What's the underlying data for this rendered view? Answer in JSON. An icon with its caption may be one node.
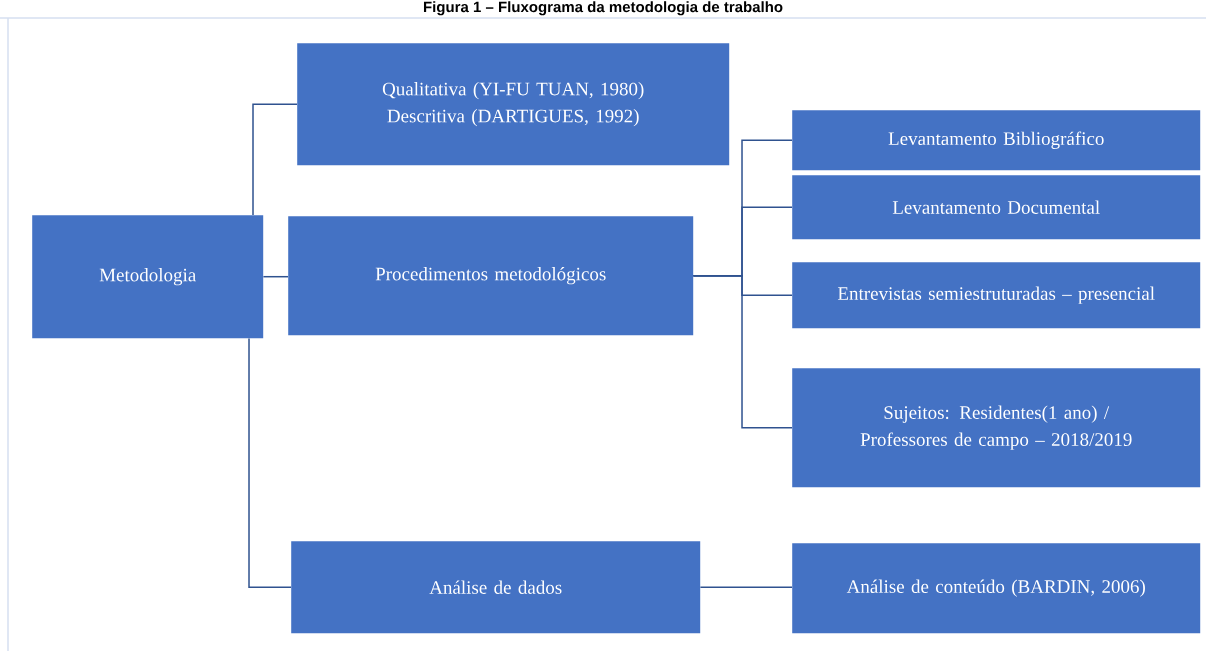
{
  "diagram": {
    "title": "Figura 1 – Fluxograma da metodologia de trabalho",
    "nodes": [
      {
        "text": [
          "Metodologia"
        ]
      },
      {
        "text": [
          "Qualitativa (YI-FU TUAN, 1980)",
          "Descritiva (DARTIGUES, 1992)"
        ]
      },
      {
        "text": [
          "Procedimentos metodológicos"
        ]
      },
      {
        "text": [
          "Análise de dados"
        ]
      },
      {
        "text": [
          "Levantamento Bibliográfico"
        ]
      },
      {
        "text": [
          "Levantamento Documental"
        ]
      },
      {
        "text": [
          "Entrevistas semiestruturadas – presencial"
        ]
      },
      {
        "text": [
          "Sujeitos: Residentes(1 ano) / Professores de campo  – 2018/2019"
        ]
      },
      {
        "text": [
          "Análise de conteúdo (BARDIN, 2006)"
        ]
      }
    ],
    "edges": [
      {
        "from": 0,
        "to": 1,
        "arrow": "none"
      },
      {
        "from": 0,
        "to": 2,
        "arrow": "none"
      },
      {
        "from": 0,
        "to": 3,
        "arrow": "none"
      },
      {
        "from": 2,
        "to": 4,
        "arrow": "none"
      },
      {
        "from": 2,
        "to": 5,
        "arrow": "none"
      },
      {
        "from": 2,
        "to": 6,
        "arrow": "none"
      },
      {
        "from": 2,
        "to": 7,
        "arrow": "none"
      },
      {
        "from": 3,
        "to": 8,
        "arrow": "none"
      }
    ]
  }
}
